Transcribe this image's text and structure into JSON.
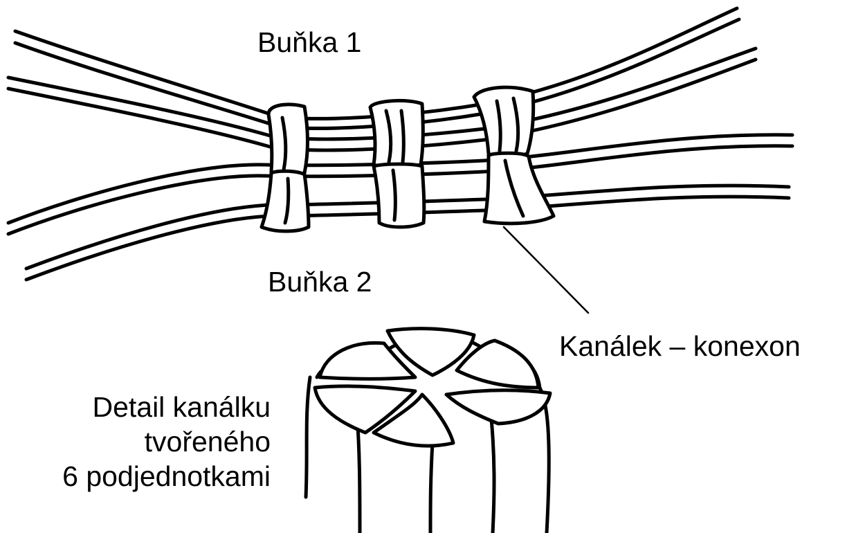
{
  "labels": {
    "cell_1": "Buňka 1",
    "cell_2": "Buňka 2",
    "channel": "Kanálek – konexon",
    "detail": [
      "Detail kanálku",
      "tvořeného",
      "6 podjednotkami"
    ]
  },
  "colors": {
    "ink": "#000000",
    "background": "#ffffff"
  }
}
